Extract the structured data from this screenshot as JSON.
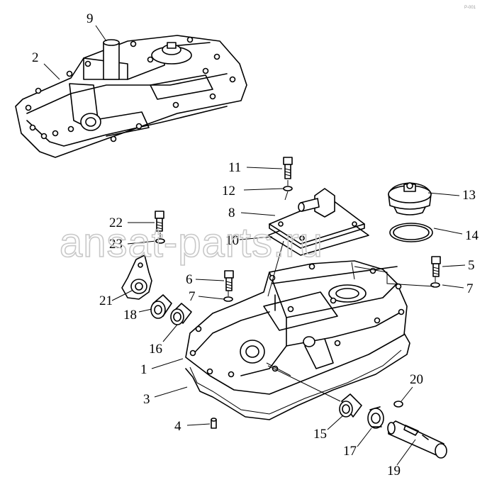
{
  "watermark": "ansat-parts.ru",
  "corner_mark": "P-001",
  "callouts": [
    "9",
    "2",
    "11",
    "12",
    "13",
    "8",
    "14",
    "22",
    "10",
    "23",
    "5",
    "6",
    "7",
    "7",
    "21",
    "18",
    "16",
    "1",
    "3",
    "20",
    "4",
    "15",
    "17",
    "19"
  ]
}
